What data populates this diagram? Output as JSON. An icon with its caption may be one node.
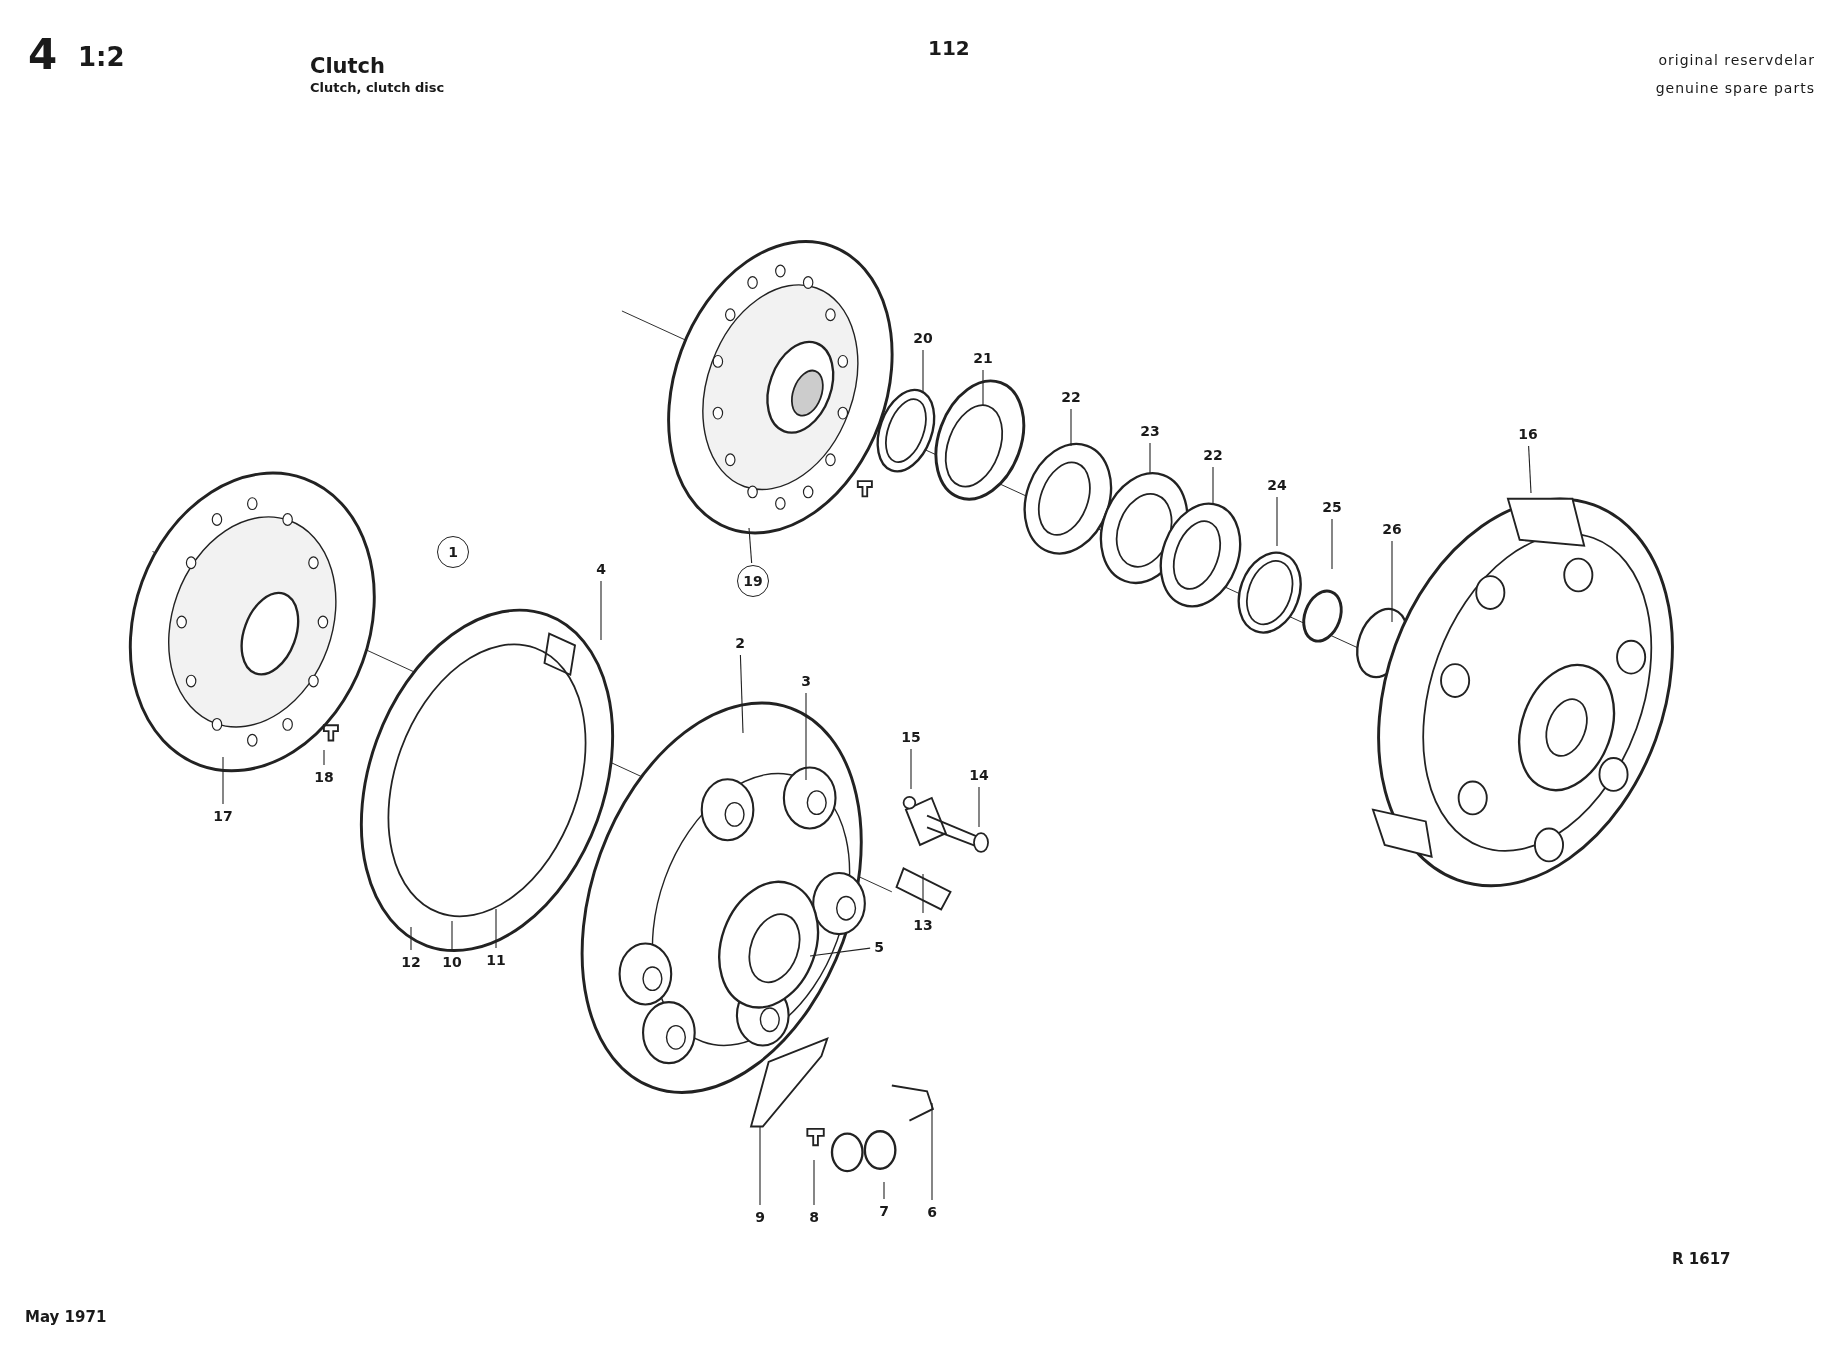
{
  "diagram": {
    "title": "Clutch",
    "nodes": [
      {
        "text": [
          "20"
        ]
      },
      {
        "text": [
          "21"
        ]
      },
      {
        "text": [
          "22"
        ]
      },
      {
        "text": [
          "23"
        ]
      },
      {
        "text": [
          "16"
        ]
      },
      {
        "text": [
          "22"
        ]
      },
      {
        "text": [
          "24"
        ]
      },
      {
        "text": [
          "25"
        ]
      },
      {
        "text": [
          "26"
        ]
      },
      {
        "text": [
          "1"
        ]
      },
      {
        "text": [
          "4"
        ]
      },
      {
        "text": [
          "19"
        ]
      },
      {
        "text": [
          "2"
        ]
      },
      {
        "text": [
          "3"
        ]
      },
      {
        "text": [
          "15"
        ]
      },
      {
        "text": [
          "14"
        ]
      },
      {
        "text": [
          "18"
        ]
      },
      {
        "text": [
          "17"
        ]
      },
      {
        "text": [
          "13"
        ]
      },
      {
        "text": [
          "5"
        ]
      },
      {
        "text": [
          "12"
        ]
      },
      {
        "text": [
          "10"
        ]
      },
      {
        "text": [
          "11"
        ]
      },
      {
        "text": [
          "6"
        ]
      },
      {
        "text": [
          "7"
        ]
      },
      {
        "text": [
          "9"
        ]
      },
      {
        "text": [
          "8"
        ]
      }
    ],
    "edges": [
      {
        "from": 0,
        "to": null,
        "arrow": "none"
      },
      {
        "from": 1,
        "to": null,
        "arrow": "none"
      },
      {
        "from": 2,
        "to": null,
        "arrow": "none"
      },
      {
        "from": 3,
        "to": null,
        "arrow": "none"
      },
      {
        "from": 4,
        "to": null,
        "arrow": "none"
      },
      {
        "from": 5,
        "to": null,
        "arrow": "none"
      },
      {
        "from": 6,
        "to": null,
        "arrow": "none"
      },
      {
        "from": 7,
        "to": null,
        "arrow": "none"
      },
      {
        "from": 8,
        "to": null,
        "arrow": "none"
      },
      {
        "from": 10,
        "to": null,
        "arrow": "none"
      },
      {
        "from": 11,
        "to": null,
        "arrow": "none"
      },
      {
        "from": 12,
        "to": null,
        "arrow": "none"
      },
      {
        "from": 13,
        "to": null,
        "arrow": "none"
      },
      {
        "from": 14,
        "to": null,
        "arrow": "none"
      },
      {
        "from": 15,
        "to": null,
        "arrow": "none"
      },
      {
        "from": 16,
        "to": null,
        "arrow": "none"
      },
      {
        "from": 17,
        "to": null,
        "arrow": "none"
      },
      {
        "from": 18,
        "to": null,
        "arrow": "none"
      },
      {
        "from": 19,
        "to": null,
        "arrow": "none"
      },
      {
        "from": 20,
        "to": null,
        "arrow": "none"
      },
      {
        "from": 21,
        "to": null,
        "arrow": "none"
      },
      {
        "from": 22,
        "to": null,
        "arrow": "none"
      },
      {
        "from": 23,
        "to": null,
        "arrow": "none"
      },
      {
        "from": 24,
        "to": null,
        "arrow": "none"
      },
      {
        "from": 25,
        "to": null,
        "arrow": "none"
      },
      {
        "from": 26,
        "to": null,
        "arrow": "none"
      }
    ],
    "labels": [
      "4",
      "1:2",
      "Clutch, clutch disc",
      "112",
      "original reservdelar",
      "genuine spare parts",
      "R 1617",
      "May 1971"
    ]
  }
}
